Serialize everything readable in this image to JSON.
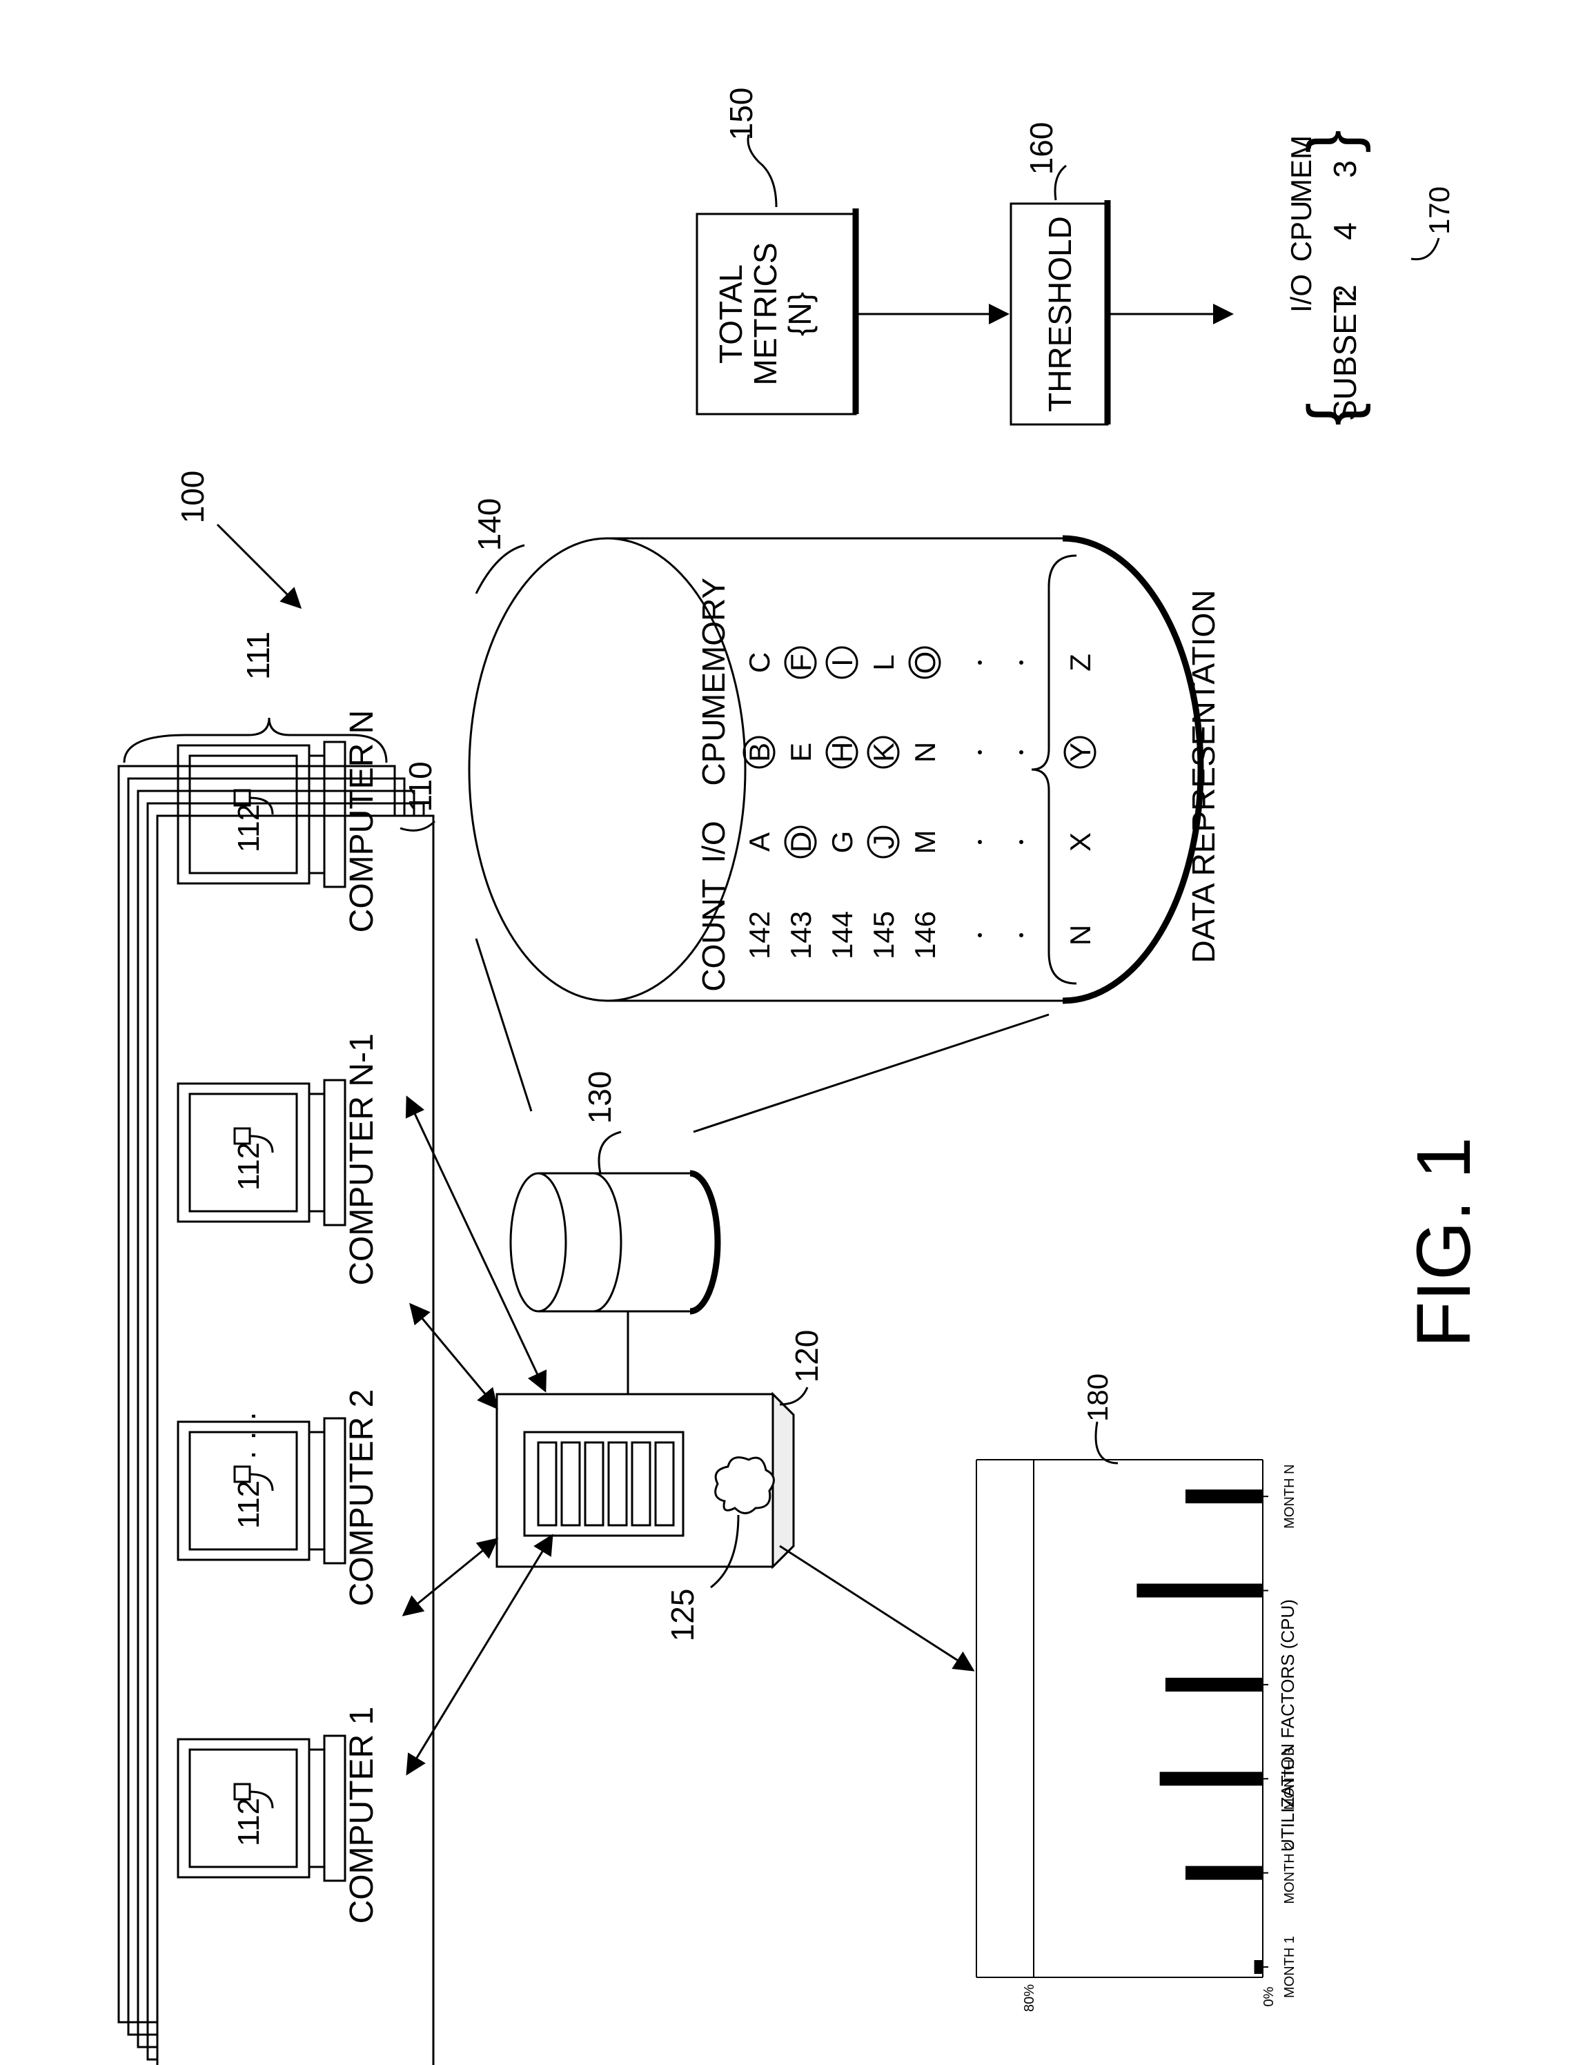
{
  "figure": {
    "fig_label": "FIG. 1",
    "ref_system": "100",
    "ref_computers_bracket": "111",
    "ref_computer_panel": "110",
    "ref_agent": "112",
    "ref_server": "120",
    "ref_agent_cloud": "125",
    "ref_database": "130",
    "ref_data_cylinder": "140",
    "ref_total_metrics": "150",
    "ref_threshold": "160",
    "ref_subset": "170",
    "ref_chart": "180"
  },
  "computers": [
    {
      "label": "COMPUTER 1"
    },
    {
      "label": "COMPUTER 2"
    },
    {
      "label": "COMPUTER N-1"
    },
    {
      "label": "COMPUTER N"
    }
  ],
  "ellipsis": "· · ·",
  "data_representation": {
    "caption": "DATA REPRESENTATION",
    "headers": [
      "COUNT",
      "I/O",
      "CPU",
      "MEMORY"
    ],
    "rows": [
      {
        "count": "142",
        "io": "A",
        "cpu": "B",
        "mem": "C",
        "io_circled": false,
        "cpu_circled": true,
        "mem_circled": false
      },
      {
        "count": "143",
        "io": "D",
        "cpu": "E",
        "mem": "F",
        "io_circled": true,
        "cpu_circled": false,
        "mem_circled": true
      },
      {
        "count": "144",
        "io": "G",
        "cpu": "H",
        "mem": "I",
        "io_circled": false,
        "cpu_circled": true,
        "mem_circled": true
      },
      {
        "count": "145",
        "io": "J",
        "cpu": "K",
        "mem": "L",
        "io_circled": true,
        "cpu_circled": true,
        "mem_circled": false
      },
      {
        "count": "146",
        "io": "M",
        "cpu": "N",
        "mem": "O",
        "io_circled": false,
        "cpu_circled": false,
        "mem_circled": true
      },
      {
        "count": "N",
        "io": "X",
        "cpu": "Y",
        "mem": "Z",
        "io_circled": false,
        "cpu_circled": true,
        "mem_circled": false
      }
    ]
  },
  "total_metrics": {
    "line1": "TOTAL",
    "line2": "METRICS",
    "line3": "{N}"
  },
  "threshold": {
    "label": "THRESHOLD"
  },
  "subset": {
    "label": "SUBSET:",
    "io_header": "I/O",
    "cpu_header": "CPU",
    "mem_header": "MEM",
    "io_value": "2",
    "cpu_value": "4",
    "mem_value": "3"
  },
  "chart_data": {
    "type": "bar",
    "title": "UTILIZATION FACTORS (CPU)",
    "categories": [
      "MONTH 1",
      "MONTH 2",
      "MONTH 3",
      "",
      "",
      "MONTH N"
    ],
    "tick_labels": [
      "0%",
      "80%"
    ],
    "values": [
      0.03,
      0.27,
      0.36,
      0.34,
      0.44,
      0.27
    ],
    "ylim": [
      0,
      1
    ]
  }
}
